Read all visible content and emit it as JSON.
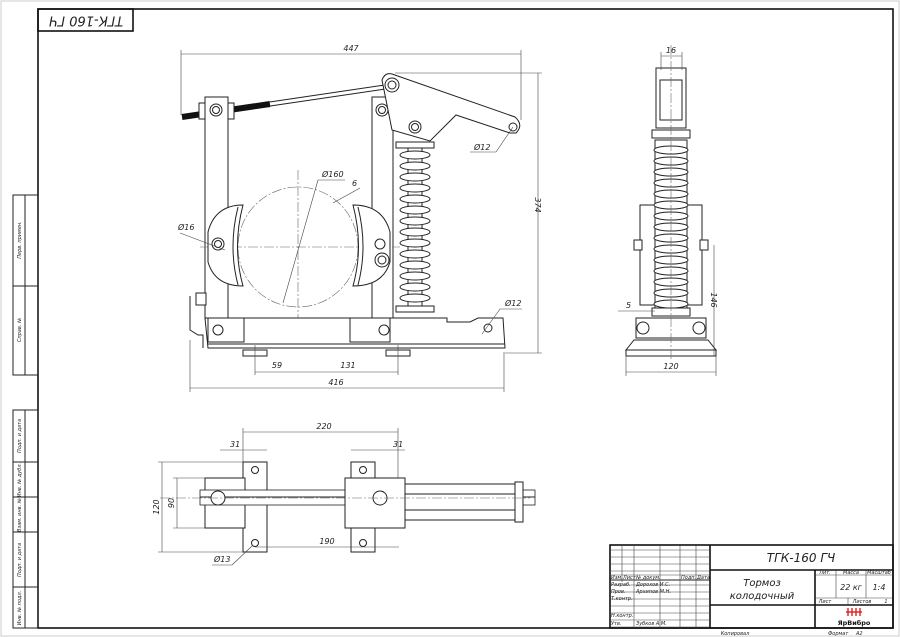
{
  "drawing": {
    "code": "ТГК-160 ГЧ",
    "code_rotated": "ТГК-160 ГЧ",
    "title_line1": "Тормоз",
    "title_line2": "колодочный",
    "mass": "22 кг",
    "scale": "1:4",
    "mass_label": "Масса",
    "scale_label": "Масштаб",
    "lit_label": "Лит.",
    "sheet_label": "Лист",
    "sheets_label": "Листов",
    "sheets_count": "1",
    "company": "ЯрВибро",
    "copied_label": "Копировал",
    "format_label": "Формат",
    "format": "A2"
  },
  "title_block": {
    "headers": [
      "Изм.",
      "Лист",
      "№ докум.",
      "Подп.",
      "Дата"
    ],
    "roles": [
      {
        "role": "Разраб.",
        "name": "Дорохов И.С."
      },
      {
        "role": "Пров.",
        "name": "Архипов М.Н."
      },
      {
        "role": "Т.контр.",
        "name": ""
      },
      {
        "role": "Н.контр.",
        "name": ""
      },
      {
        "role": "Утв.",
        "name": "Зубков А.М."
      }
    ]
  },
  "margin_labels": [
    "Перв. примен.",
    "Справ. №",
    "Подп. и дата",
    "Инв. № дубл.",
    "Взам. инв. №",
    "Подп. и дата",
    "Инв. № подл."
  ],
  "dimensions": {
    "front": {
      "width_top": "447",
      "height": "374",
      "lever_hole": "Ø12",
      "drum": "Ø160",
      "gap": "6",
      "shoe_hole": "Ø16",
      "base_hole": "Ø12",
      "d59": "59",
      "d131": "131",
      "width_base": "416"
    },
    "side": {
      "top": "16",
      "gap": "5",
      "height": "146",
      "width": "120"
    },
    "plan": {
      "span": "220",
      "left": "31",
      "right": "31",
      "depth_outer": "120",
      "depth_inner": "90",
      "d190": "190",
      "hole": "Ø13"
    }
  }
}
